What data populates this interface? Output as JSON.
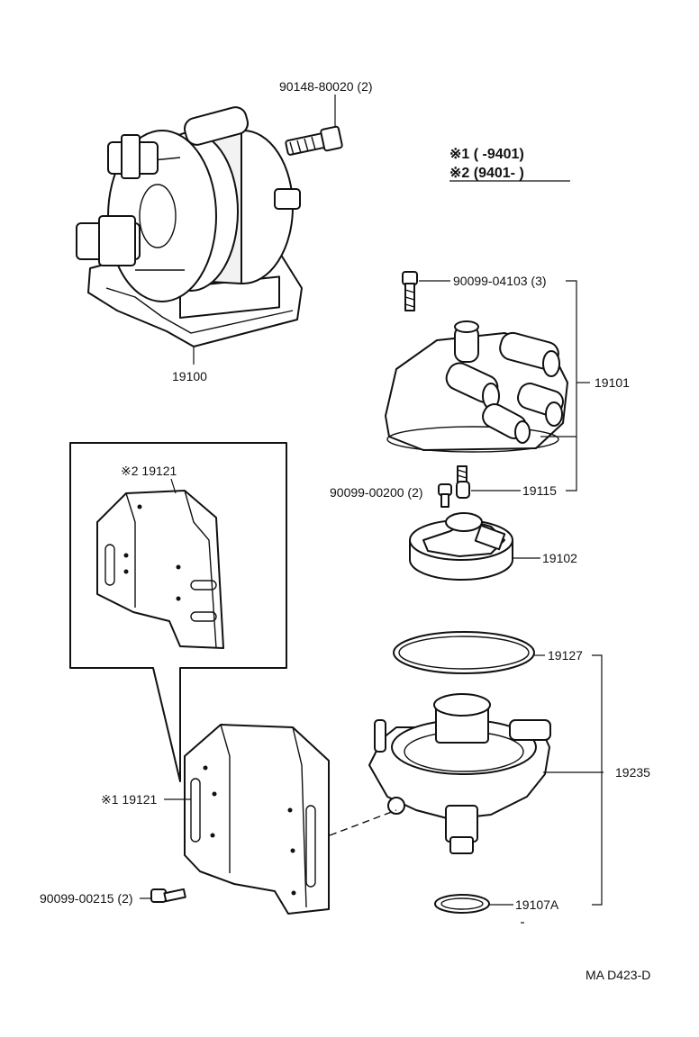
{
  "labels": {
    "bolt_top": "90148-80020 (2)",
    "assembly": "19100",
    "note_1": "※1 (      -9401)",
    "note_2": "※2 (9401-      )",
    "screw_cap": "90099-04103 (3)",
    "cap": "19101",
    "screw_small": "90099-00200 (2)",
    "brush": "19115",
    "rotor": "19102",
    "cover_2": "※2 19121",
    "oring": "19127",
    "housing": "19235",
    "cover_1": "※1 19121",
    "screw_bottom": "90099-00215 (2)",
    "gasket": "19107A",
    "diagram_code": "MA D423-D"
  }
}
